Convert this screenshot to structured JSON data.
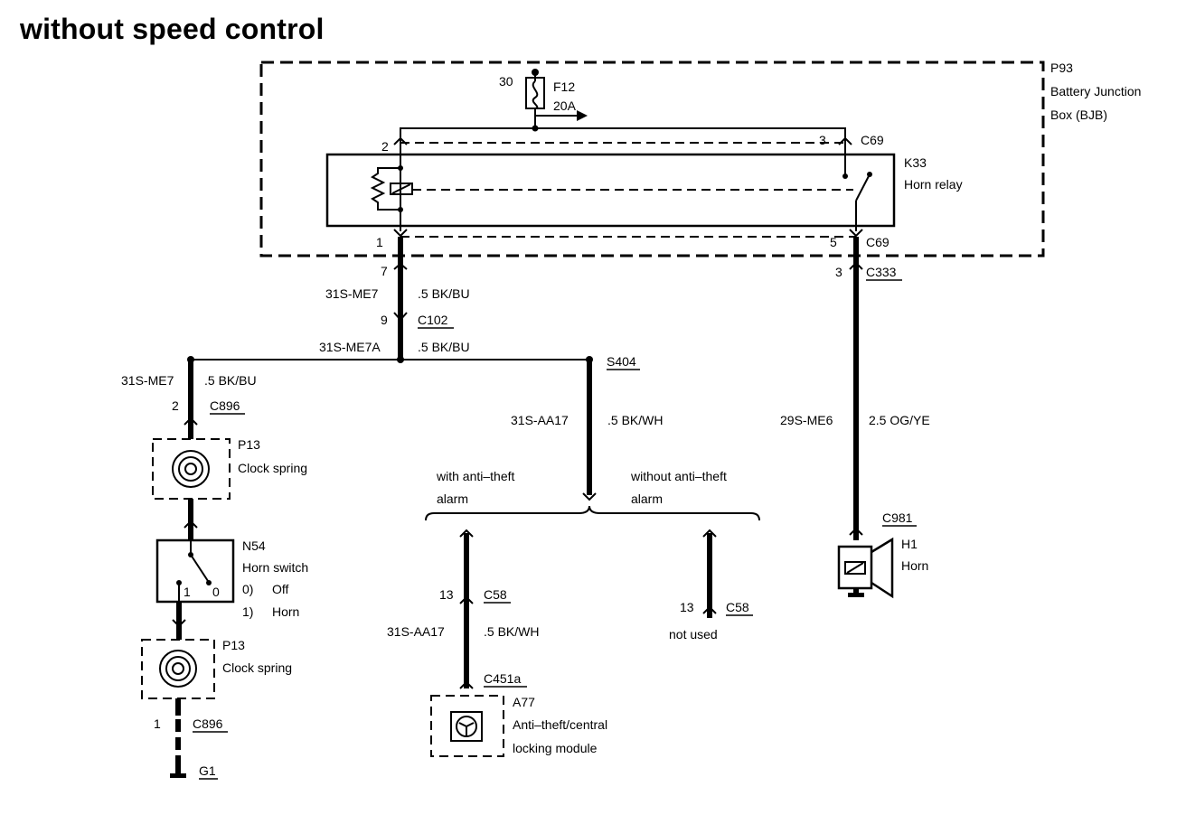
{
  "title": "without speed control",
  "bjb": {
    "id": "P93",
    "line1": "Battery Junction",
    "line2": "Box (BJB)"
  },
  "fuse": {
    "pin": "30",
    "id": "F12",
    "rating": "20A"
  },
  "relay": {
    "id": "K33",
    "name": "Horn relay",
    "pin_tl": "2",
    "pin_tr": "3",
    "pin_bl": "1",
    "pin_br": "5",
    "connector_top": "C69",
    "connector_bottom": "C69"
  },
  "wires": {
    "left_upper": {
      "pin": "7",
      "circuit": "31S-ME7",
      "spec": ".5 BK/BU",
      "conn_pin": "9",
      "connector": "C102"
    },
    "junction": {
      "circuit": "31S-ME7A",
      "spec": ".5 BK/BU"
    },
    "left_branch": {
      "circuit": "31S-ME7",
      "spec": ".5 BK/BU",
      "pin": "2",
      "connector": "C896"
    },
    "splice": {
      "id": "S404",
      "circuit": "31S-AA17",
      "spec": ".5 BK/WH"
    },
    "right": {
      "pin": "3",
      "connector": "C333",
      "circuit": "29S-ME6",
      "spec": "2.5 OG/YE"
    }
  },
  "clock_spring_1": {
    "id": "P13",
    "name": "Clock spring"
  },
  "horn_switch": {
    "id": "N54",
    "name": "Horn switch",
    "pos1": "1",
    "pos0": "0",
    "legend1_key": "0)",
    "legend1_val": "Off",
    "legend2_key": "1)",
    "legend2_val": "Horn"
  },
  "clock_spring_2": {
    "id": "P13",
    "name": "Clock spring"
  },
  "ground": {
    "pin": "1",
    "connector": "C896",
    "id": "G1"
  },
  "branches": {
    "with_line1": "with anti–theft",
    "with_line2": "alarm",
    "without_line1": "without anti–theft",
    "without_line2": "alarm"
  },
  "c58_left": {
    "pin": "13",
    "connector": "C58",
    "circuit": "31S-AA17",
    "spec": ".5 BK/WH",
    "connector2": "C451a"
  },
  "c58_right": {
    "pin": "13",
    "connector": "C58",
    "note": "not used"
  },
  "module": {
    "id": "A77",
    "line1": "Anti–theft/central",
    "line2": "locking module"
  },
  "horn": {
    "connector": "C981",
    "id": "H1",
    "name": "Horn"
  }
}
